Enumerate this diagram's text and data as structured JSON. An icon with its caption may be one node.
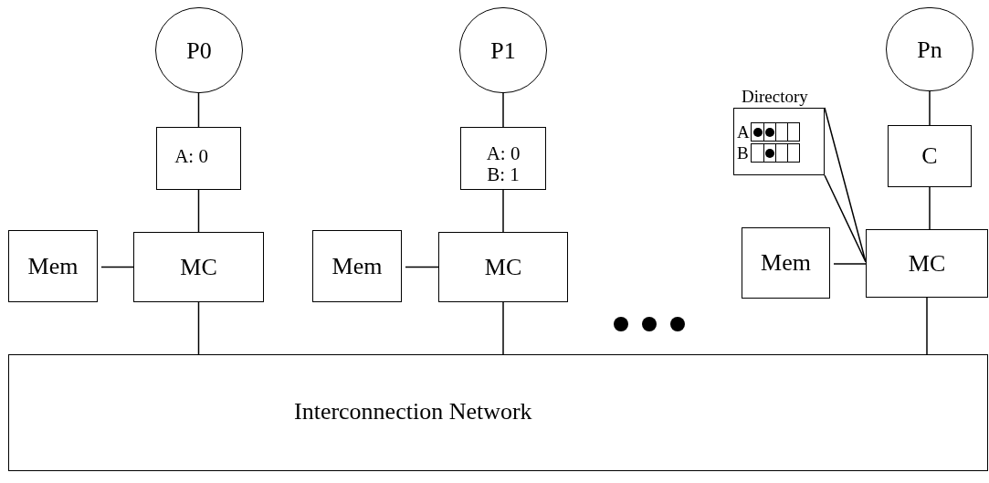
{
  "diagram": {
    "nodes": [
      {
        "text": [
          "P0"
        ]
      },
      {
        "text": [
          "A: 0"
        ]
      },
      {
        "text": [
          "Mem"
        ]
      },
      {
        "text": [
          "MC"
        ]
      },
      {
        "text": [
          "P1"
        ]
      },
      {
        "text": [
          "A: 0",
          "B: 1"
        ]
      },
      {
        "text": [
          "Mem"
        ]
      },
      {
        "text": [
          "MC"
        ]
      },
      {
        "text": [
          "Pn"
        ]
      },
      {
        "text": [
          "C"
        ]
      },
      {
        "text": [
          "Directory",
          "A",
          "B"
        ]
      },
      {
        "text": [
          "Mem"
        ]
      },
      {
        "text": [
          "MC"
        ]
      },
      {
        "text": [
          "Interconnection Network"
        ]
      }
    ],
    "edges": [
      {
        "from": 0,
        "to": 1,
        "arrow": "none"
      },
      {
        "from": 1,
        "to": 3,
        "arrow": "none"
      },
      {
        "from": 2,
        "to": 3,
        "arrow": "none"
      },
      {
        "from": 3,
        "to": 13,
        "arrow": "none"
      },
      {
        "from": 4,
        "to": 5,
        "arrow": "none"
      },
      {
        "from": 5,
        "to": 7,
        "arrow": "none"
      },
      {
        "from": 6,
        "to": 7,
        "arrow": "none"
      },
      {
        "from": 7,
        "to": 13,
        "arrow": "none"
      },
      {
        "from": 8,
        "to": 9,
        "arrow": "none"
      },
      {
        "from": 9,
        "to": 12,
        "arrow": "none"
      },
      {
        "from": 11,
        "to": 12,
        "arrow": "none"
      },
      {
        "from": 12,
        "to": 13,
        "arrow": "none"
      },
      {
        "from": 10,
        "to": 12,
        "arrow": "none"
      }
    ]
  }
}
